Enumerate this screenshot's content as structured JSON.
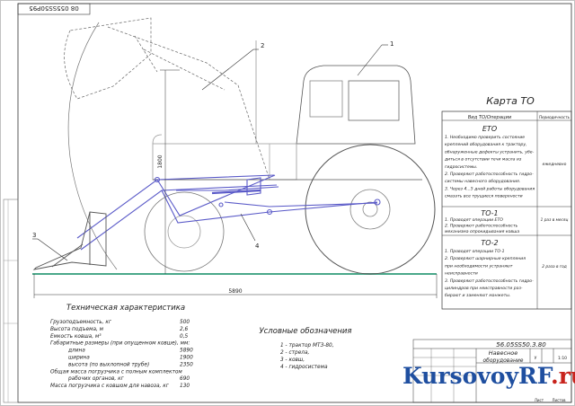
{
  "drawing_code_top": "08 055SS50Р95",
  "leaders": [
    "1",
    "2",
    "3",
    "4"
  ],
  "dim_height": "1800",
  "dim_length": "5890",
  "card": {
    "title": "Карта ТО",
    "col_work": "Вид ТО/Операции",
    "col_period": "Периодичность",
    "eto": {
      "title": "ЕТО",
      "period": "ежедневно",
      "lines": [
        "1. Необходимо проверить состояние",
        "креплений оборудования к трактору,",
        "обнаруженные дефекты устранить, убе-",
        "диться в отсутствии течи масла из",
        "гидросистемы.",
        "2. Проверяют работоспособность гидро-",
        "системы навесного оборудования.",
        "3. Через 4...5 дней работы оборудования",
        "смазать все трущиеся поверхности"
      ]
    },
    "to1": {
      "title": "ТО-1",
      "period": "1 раз в месяц",
      "lines": [
        "1. Проводят операции ЕТО",
        "2. Проверяют работоспособность",
        "механизма опрокидывания ковша"
      ]
    },
    "to2": {
      "title": "ТО-2",
      "period": "2 раза в год",
      "lines": [
        "1. Проводят операции ТО-1",
        "2. Проверяют шарнирные крепления",
        "при необходимости устраняют",
        "неисправности",
        "3. Проверяют работоспособность гидро-",
        "цилиндров при неисправности раз-",
        "бирают и заменяют манжеты."
      ]
    }
  },
  "tech": {
    "title": "Техническая характеристика",
    "rows": [
      {
        "label": "Грузоподъемность, кг",
        "value": "500"
      },
      {
        "label": "Высота подъема, м",
        "value": "2,6"
      },
      {
        "label": "Емкость ковша, м³",
        "value": "0,5"
      },
      {
        "label": "Габаритные размеры (при опущенном ковше), мм:",
        "value": ""
      },
      {
        "label": "длина",
        "value": "5890"
      },
      {
        "label": "ширина",
        "value": "1900"
      },
      {
        "label": "высота (по выхлопной трубе)",
        "value": "2350"
      },
      {
        "label": "Общая масса погрузчика с полным комплектом",
        "value": ""
      },
      {
        "label": "рабочих органов, кг",
        "value": "690"
      },
      {
        "label": "Масса погрузчика с ковшом для навоза, кг",
        "value": "130"
      }
    ]
  },
  "legend": {
    "title": "Условные обозначения",
    "items": [
      "1 - трактор МТЗ-80,",
      "2 - стрела,",
      "3 - ковш,",
      "4 - гидросистема"
    ]
  },
  "stamp": {
    "code": "56.05SS50.3.80",
    "name_line1": "Навесное",
    "name_line2": "оборудование",
    "sheet_label": "Лист",
    "sheets_label": "Листов",
    "stage": "У",
    "scale": "1:10"
  },
  "watermark": {
    "part1": "KursovoyRF",
    "part2": ".ru"
  },
  "colors": {
    "boom": "#5a5ac8",
    "ground": "#4aa88a",
    "brand_blue": "#1f4fa0",
    "brand_red": "#c8231c"
  }
}
